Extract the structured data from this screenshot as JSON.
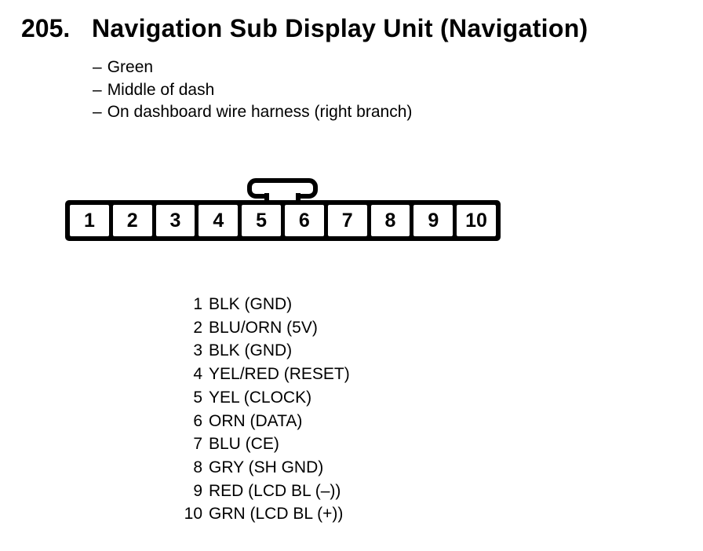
{
  "colors": {
    "ink": "#000000",
    "paper": "#ffffff"
  },
  "header": {
    "number": "205.",
    "title": "Navigation Sub Display Unit (Navigation)"
  },
  "details": {
    "bullet_prefix": "–",
    "items": [
      "Green",
      "Middle of dash",
      "On dashboard wire harness (right branch)"
    ]
  },
  "connector": {
    "pins": [
      "1",
      "2",
      "3",
      "4",
      "5",
      "6",
      "7",
      "8",
      "9",
      "10"
    ]
  },
  "pinout": {
    "rows": [
      {
        "pin": "1",
        "wire": "BLK (GND)"
      },
      {
        "pin": "2",
        "wire": "BLU/ORN (5V)"
      },
      {
        "pin": "3",
        "wire": "BLK (GND)"
      },
      {
        "pin": "4",
        "wire": "YEL/RED (RESET)"
      },
      {
        "pin": "5",
        "wire": "YEL (CLOCK)"
      },
      {
        "pin": "6",
        "wire": "ORN (DATA)"
      },
      {
        "pin": "7",
        "wire": "BLU (CE)"
      },
      {
        "pin": "8",
        "wire": "GRY (SH GND)"
      },
      {
        "pin": "9",
        "wire": "RED (LCD BL (–))"
      },
      {
        "pin": "10",
        "wire": "GRN (LCD BL (+))"
      }
    ]
  }
}
